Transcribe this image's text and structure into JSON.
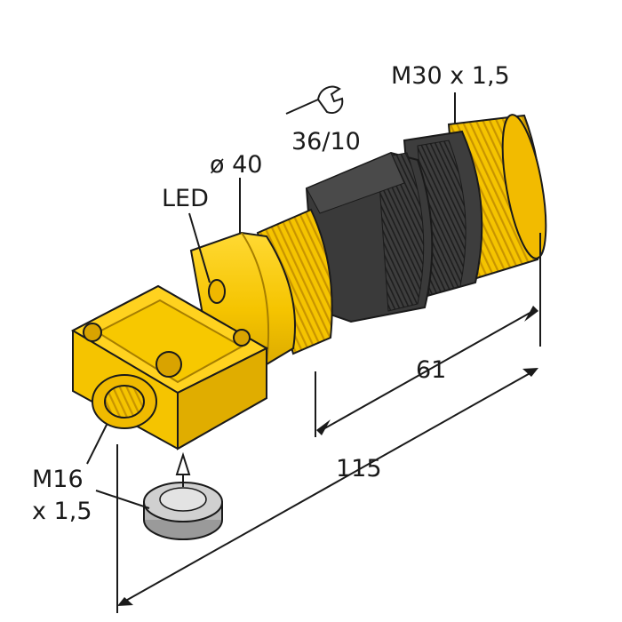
{
  "drawing": {
    "labels": {
      "thread_main": "M30 x 1,5",
      "wrench_size": "36/10",
      "diameter": "ø 40",
      "led": "LED",
      "length_61": "61",
      "length_115": "115",
      "m16_line1": "M16",
      "m16_line2": "x 1,5"
    },
    "icons": [
      "wrench-icon",
      "arrow-up-icon"
    ],
    "colors": {
      "housing": "#f5c400",
      "housing_dark": "#c89a00",
      "nut": "#3a3a3a",
      "cap": "#c9c9c9",
      "line": "#1a1a1a"
    }
  }
}
